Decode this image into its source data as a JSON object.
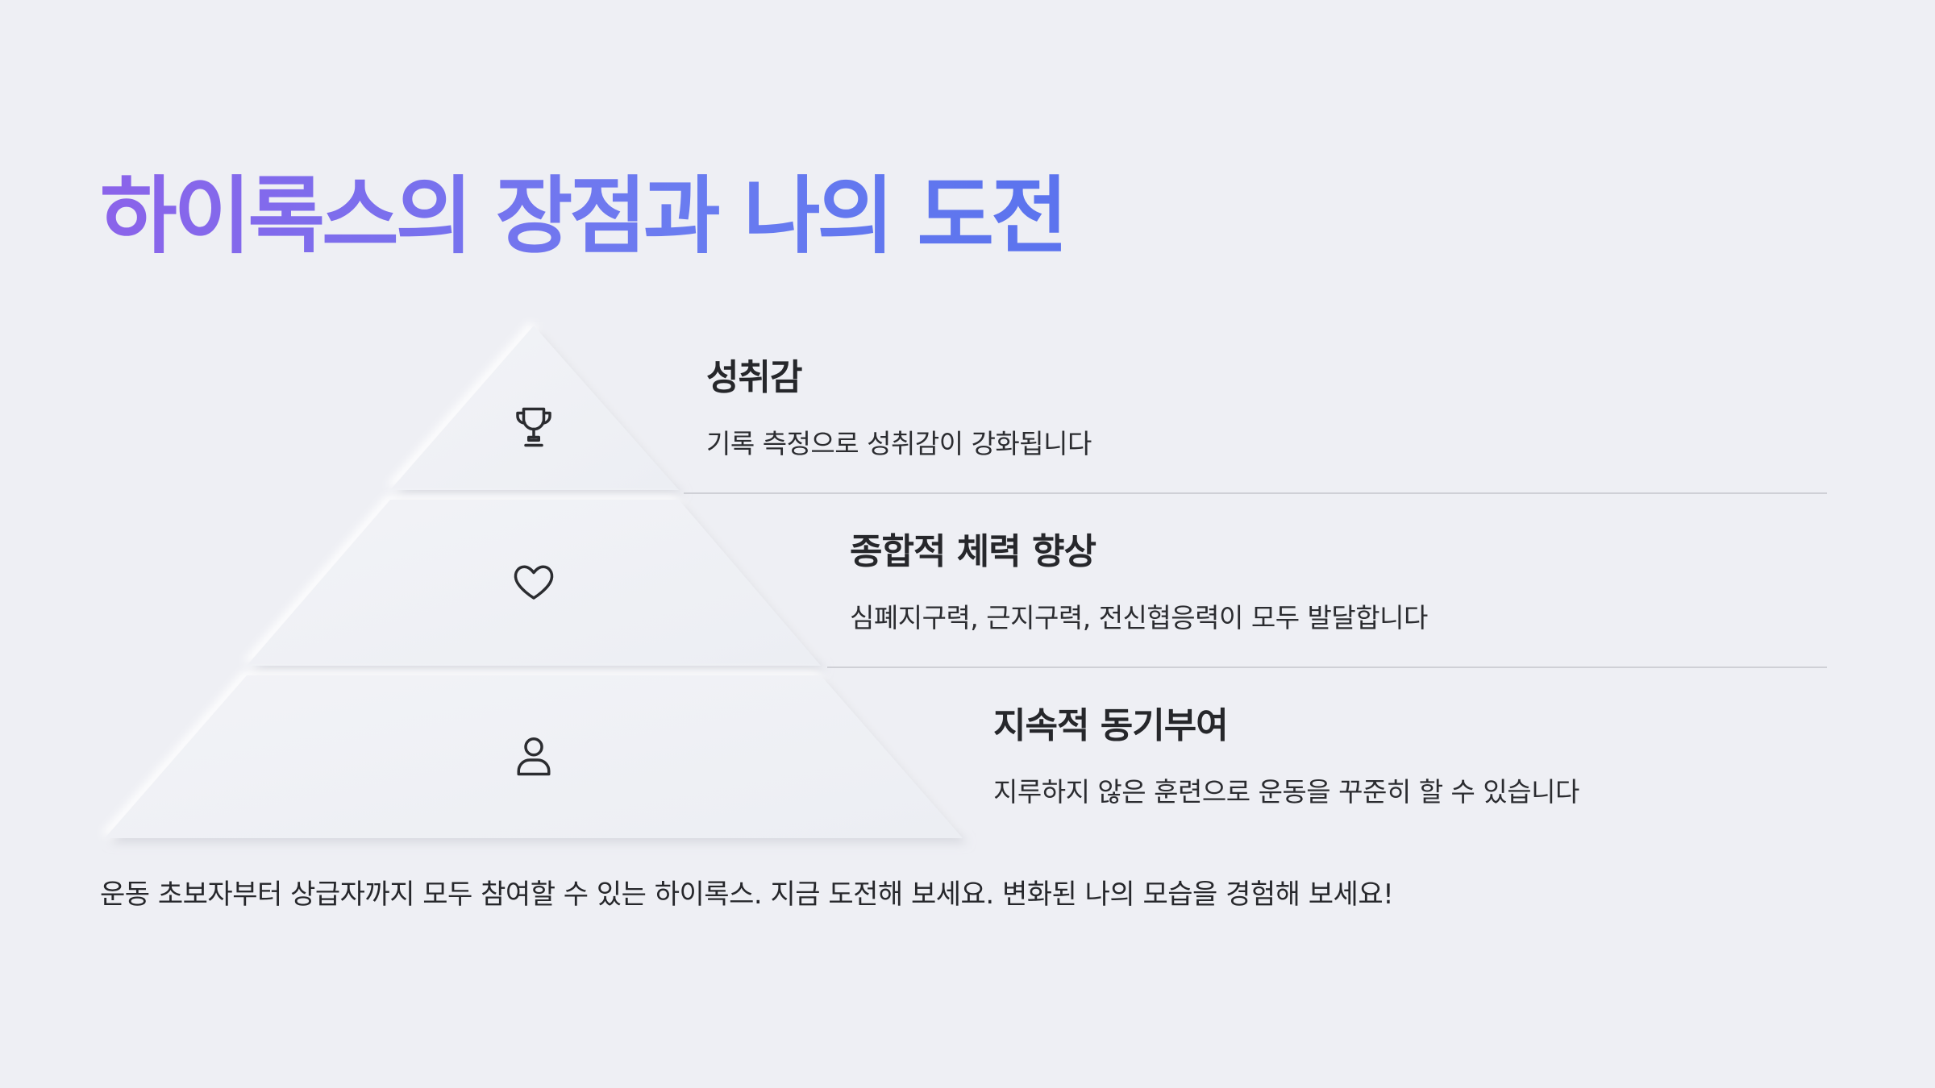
{
  "title": "하이록스의 장점과 나의 도전",
  "colors": {
    "title_gradient_start": "#8b63ea",
    "title_gradient_end": "#5b73ee",
    "background": "#eeeff4",
    "text": "#26272b"
  },
  "tiers": [
    {
      "icon": "trophy-icon",
      "heading": "성취감",
      "description": "기록 측정으로 성취감이 강화됩니다"
    },
    {
      "icon": "heart-icon",
      "heading": "종합적 체력 향상",
      "description": "심폐지구력, 근지구력, 전신협응력이 모두 발달합니다"
    },
    {
      "icon": "person-icon",
      "heading": "지속적 동기부여",
      "description": "지루하지 않은 훈련으로 운동을 꾸준히 할 수 있습니다"
    }
  ],
  "footer": "운동 초보자부터 상급자까지 모두 참여할 수 있는 하이록스. 지금 도전해 보세요. 변화된 나의 모습을 경험해 보세요!"
}
